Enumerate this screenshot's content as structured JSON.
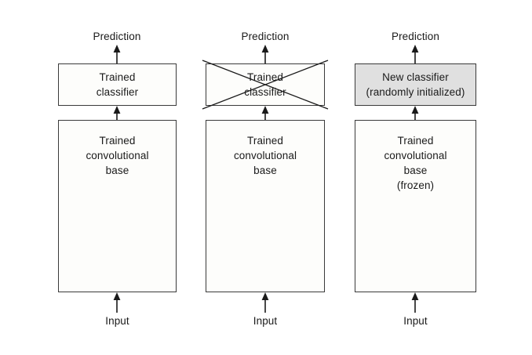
{
  "figure": {
    "background_color": "#ffffff",
    "stroke_color": "#3a3a3a",
    "box_fill_color": "#fdfdfb",
    "highlight_fill_color": "#e0e0e0",
    "text_color": "#1a1a1a"
  },
  "columns": [
    {
      "id": "column-original",
      "prediction_label": "Prediction",
      "classifier_label": "Trained\nclassifier",
      "classifier_filled": false,
      "classifier_crossed_out": false,
      "base_label": "Trained\nconvolutional\nbase",
      "input_label": "Input"
    },
    {
      "id": "column-discard-classifier",
      "prediction_label": "Prediction",
      "classifier_label": "Trained\nclassifier",
      "classifier_filled": false,
      "classifier_crossed_out": true,
      "base_label": "Trained\nconvolutional\nbase",
      "input_label": "Input"
    },
    {
      "id": "column-new-classifier",
      "prediction_label": "Prediction",
      "classifier_label": "New classifier\n(randomly initialized)",
      "classifier_filled": true,
      "classifier_crossed_out": false,
      "base_label": "Trained\nconvolutional\nbase\n(frozen)",
      "input_label": "Input"
    }
  ]
}
